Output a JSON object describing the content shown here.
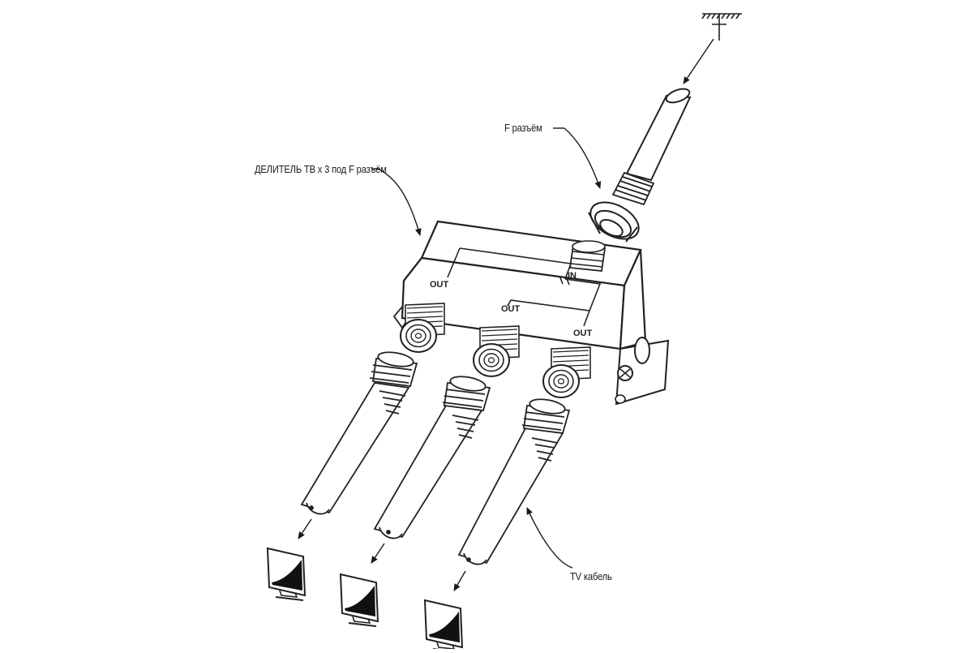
{
  "diagram": {
    "labels": {
      "splitter": "ДЕЛИТЕЛЬ ТВ х 3 под F разъём",
      "f_connector": "F разъём",
      "tv_cable": "TV кабель"
    },
    "ports": {
      "input": "IN",
      "out_left": "OUT",
      "out_middle": "OUT",
      "out_right": "OUT"
    }
  }
}
